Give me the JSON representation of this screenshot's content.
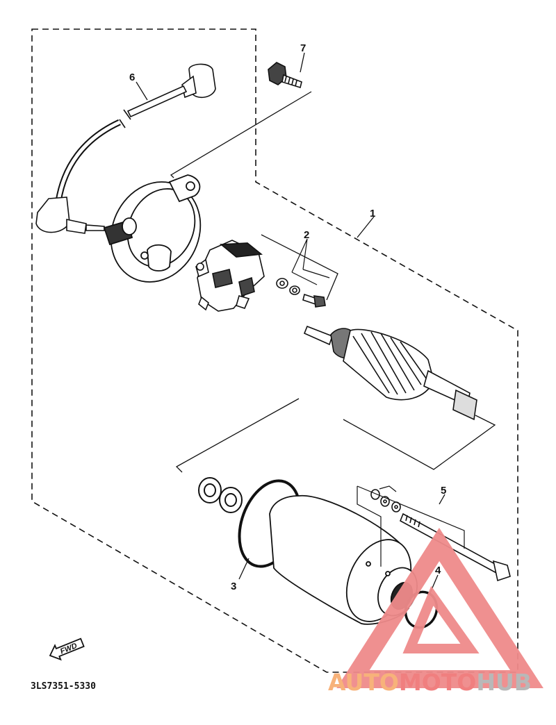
{
  "diagram": {
    "callouts": [
      {
        "id": "1",
        "label": "1"
      },
      {
        "id": "2",
        "label": "2"
      },
      {
        "id": "3",
        "label": "3"
      },
      {
        "id": "4",
        "label": "4"
      },
      {
        "id": "5",
        "label": "5"
      },
      {
        "id": "6",
        "label": "6"
      },
      {
        "id": "7",
        "label": "7"
      }
    ],
    "part_code": "3LS7351-5330",
    "fwd_label": "FWD"
  },
  "watermark": {
    "text_auto": "AUTO",
    "text_moto": "MOTO",
    "text_hub": "HUB",
    "color_auto": "#f7b27a",
    "color_moto": "#f07f7f",
    "color_hub": "#b8b8b8",
    "logo_color": "#ef8b8b"
  }
}
